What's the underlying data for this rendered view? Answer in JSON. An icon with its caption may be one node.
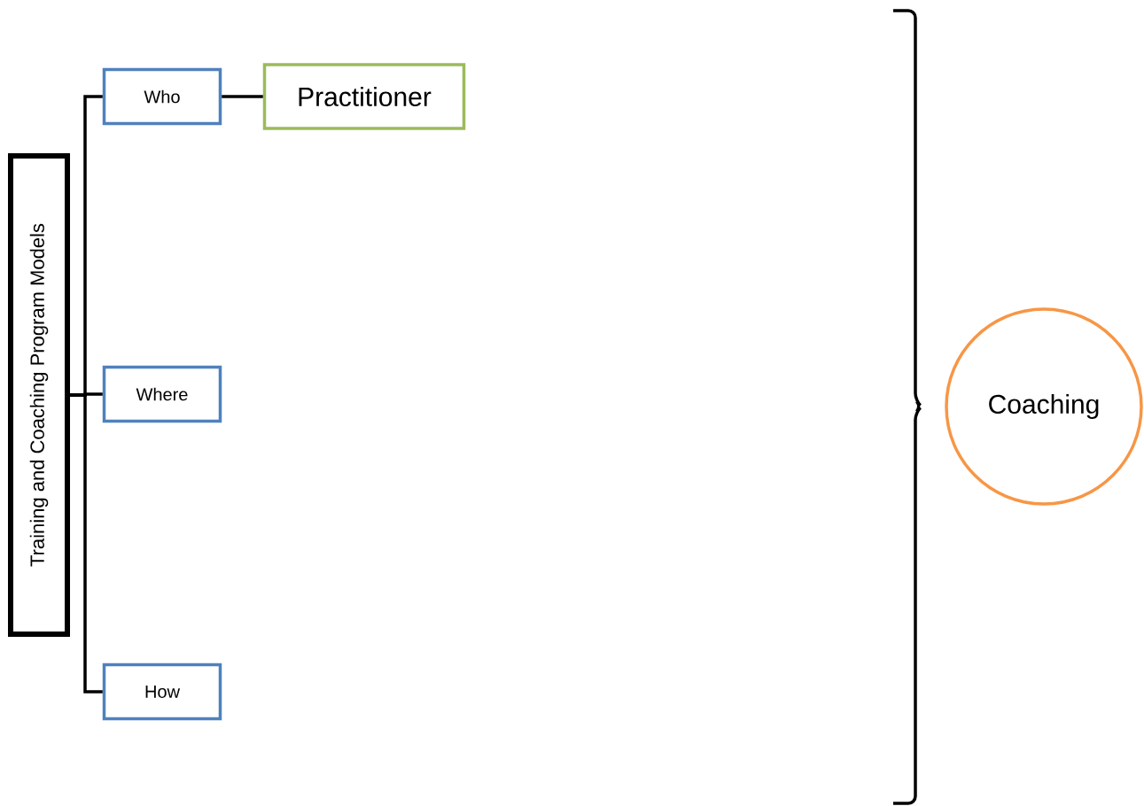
{
  "diagram": {
    "nodes": [
      {
        "text": [
          "Training and Coaching Program Models"
        ]
      },
      {
        "text": [
          "Who"
        ]
      },
      {
        "text": [
          "Where"
        ]
      },
      {
        "text": [
          "How"
        ]
      },
      {
        "text": [
          "Practitioner"
        ]
      },
      {
        "text": [
          "Coaching"
        ]
      }
    ],
    "edges": [
      {
        "from": 0,
        "to": 1,
        "arrow": "none"
      },
      {
        "from": 0,
        "to": 2,
        "arrow": "none"
      },
      {
        "from": 0,
        "to": 3,
        "arrow": "none"
      },
      {
        "from": 1,
        "to": 4,
        "arrow": "none"
      }
    ]
  }
}
